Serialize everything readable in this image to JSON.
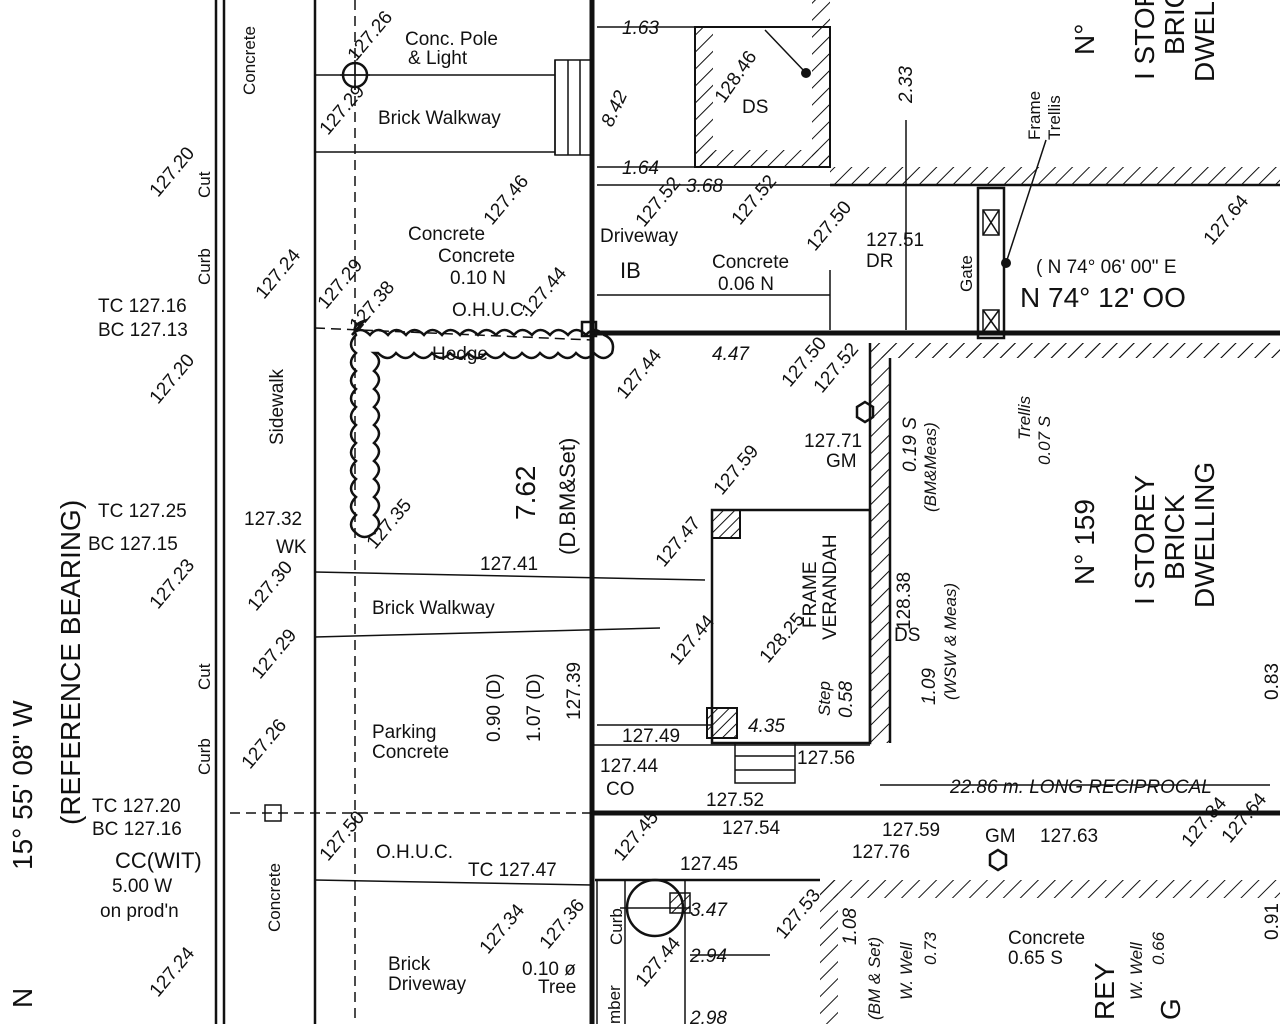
{
  "colors": {
    "ink": "#111111",
    "paper": "#ffffff"
  },
  "labels": {
    "conc_pole": "Conc. Pole",
    "and_light": "& Light",
    "brick_walkway_top": "Brick  Walkway",
    "brick_walkway_mid": "Brick   Walkway",
    "concrete_left_top": "Concrete",
    "concrete_left_bottom": "Concrete",
    "sidewalk": "Sidewalk",
    "curb_top": "Curb",
    "cut_top": "Cut",
    "curb_bottom": "Curb",
    "cut_bottom": "Cut",
    "curb_small": "Curb",
    "concrete_a": "Concrete",
    "concrete_b": "Concrete",
    "concrete_b_val": "0.10  N",
    "ohuc_top": "O.H.U.C.",
    "ohuc_bottom": "O.H.U.C.",
    "hedge": "Hedge",
    "driveway": "Driveway",
    "ib": "IB",
    "concrete_c": "Concrete",
    "concrete_c_val": "0.06  N",
    "ds_top": "DS",
    "ds_mid": "DS",
    "dr": "DR",
    "gm_mid": "GM",
    "gm_bottom": "GM",
    "frame": "FRAME",
    "verandah": "VERANDAH",
    "step": "Step",
    "gate": "Gate",
    "frame_trellis_1": "Frame",
    "frame_trellis_2": "Trellis",
    "trellis": "Trellis",
    "trellis_val": "0.07  S",
    "bmb_meas": "(BM&Meas)",
    "wsw_meas": "(WSW  &  Meas)",
    "bm_set": "(BM  &  Set)",
    "dbm_set": "(D.BM&Set)",
    "dim_762": "7.62",
    "parking": "Parking",
    "parking_concrete": "Concrete",
    "co": "CO",
    "wk": "WK",
    "brick": "Brick",
    "brick_driveway": "Driveway",
    "tree_val": "0.10  ø",
    "tree": "Tree",
    "w_well_1": "W.  Well",
    "w_well_1_val": "0.73",
    "w_well_2": "W.  Well",
    "w_well_2_val": "0.66",
    "concrete_d": "Concrete",
    "concrete_d_val": "0.65  S",
    "reciprocal": "22.86  m.  LONG  RECIPROCAL",
    "bearing_small": "( N  74°  06'  00\"  E",
    "bearing_big": "N  74°  12'  OO",
    "dwelling_no": "N°  159",
    "dwelling_1": "I  STOREY",
    "dwelling_2": "BRICK",
    "dwelling_3": "DWELLING",
    "top_no": "N°",
    "top_1": "I  STOREY",
    "top_2": "BRIC",
    "top_3": "DWELLI",
    "ref_bearing": "(REFERENCE   BEARING)",
    "left_bearing": "15°    55'    08\"    W",
    "left_n": "N",
    "cc_wit": "CC(WIT)",
    "cc_val": "5.00  W",
    "cc_prod": "on prod'n",
    "tc1": "TC  127.16",
    "bc1": "BC  127.13",
    "tc2": "TC  127.25",
    "bc2": "BC  127.15",
    "tc3": "TC  127.20",
    "bc3": "BC  127.16",
    "tc_dashed": "TC  127.47",
    "rey": "REY",
    "g": "G",
    "mber": "mber"
  },
  "dims": {
    "d163": "1.63",
    "d842": "8.42",
    "d164": "1.64",
    "d368": "3.68",
    "d233": "2.33",
    "d447": "4.47",
    "d019": "0.19  S",
    "d435": "4.35",
    "d058": "0.58",
    "d109": "1.09",
    "d090": "0.90  (D)",
    "d107": "1.07  (D)",
    "d347": "3.47",
    "d294": "2.94",
    "d298": "2.98",
    "d108": "1.08"
  },
  "elevations": {
    "e12726": "127.26",
    "e12729a": "127.29",
    "e12846": "128.46",
    "e12720a": "127.20",
    "e12724": "127.24",
    "e12746": "127.46",
    "e12752a": "127.52",
    "e12752b": "127.52",
    "e12750a": "127.50",
    "e12751": "127.51",
    "e12729b": "127.29",
    "e12738": "127.38",
    "e12744a": "127.44",
    "e12720b": "127.20",
    "e12744b": "127.44",
    "e12750b": "127.50",
    "e12752c": "127.52",
    "e12771": "127.71",
    "e12759": "127.59",
    "e12732": "127.32",
    "e12735": "127.35",
    "e12723": "127.23",
    "e12730": "127.30",
    "e12741": "127.41",
    "e12747": "127.47",
    "e12838": "128.38",
    "e12729c": "127.29",
    "e12744c": "127.44",
    "e12825": "128.25",
    "e12739": "127.39",
    "e12749": "127.49",
    "e12756": "127.56",
    "e12744d": "127.44",
    "e12752d": "127.52",
    "e12726b": "127.26",
    "e12754": "127.54",
    "e12759b": "127.59",
    "e12763": "127.63",
    "e12776": "127.76",
    "e12745": "127.45",
    "e12745b": "127.45",
    "e12750c": "127.50",
    "e12734": "127.34",
    "e12736": "127.36",
    "e12744e": "127.44",
    "e12753": "127.53",
    "e12724b": "127.24",
    "e12764": "127.64",
    "e12784": "127.84",
    "e12764b": "127.64",
    "e083": "0.83",
    "e091": "0.91"
  }
}
